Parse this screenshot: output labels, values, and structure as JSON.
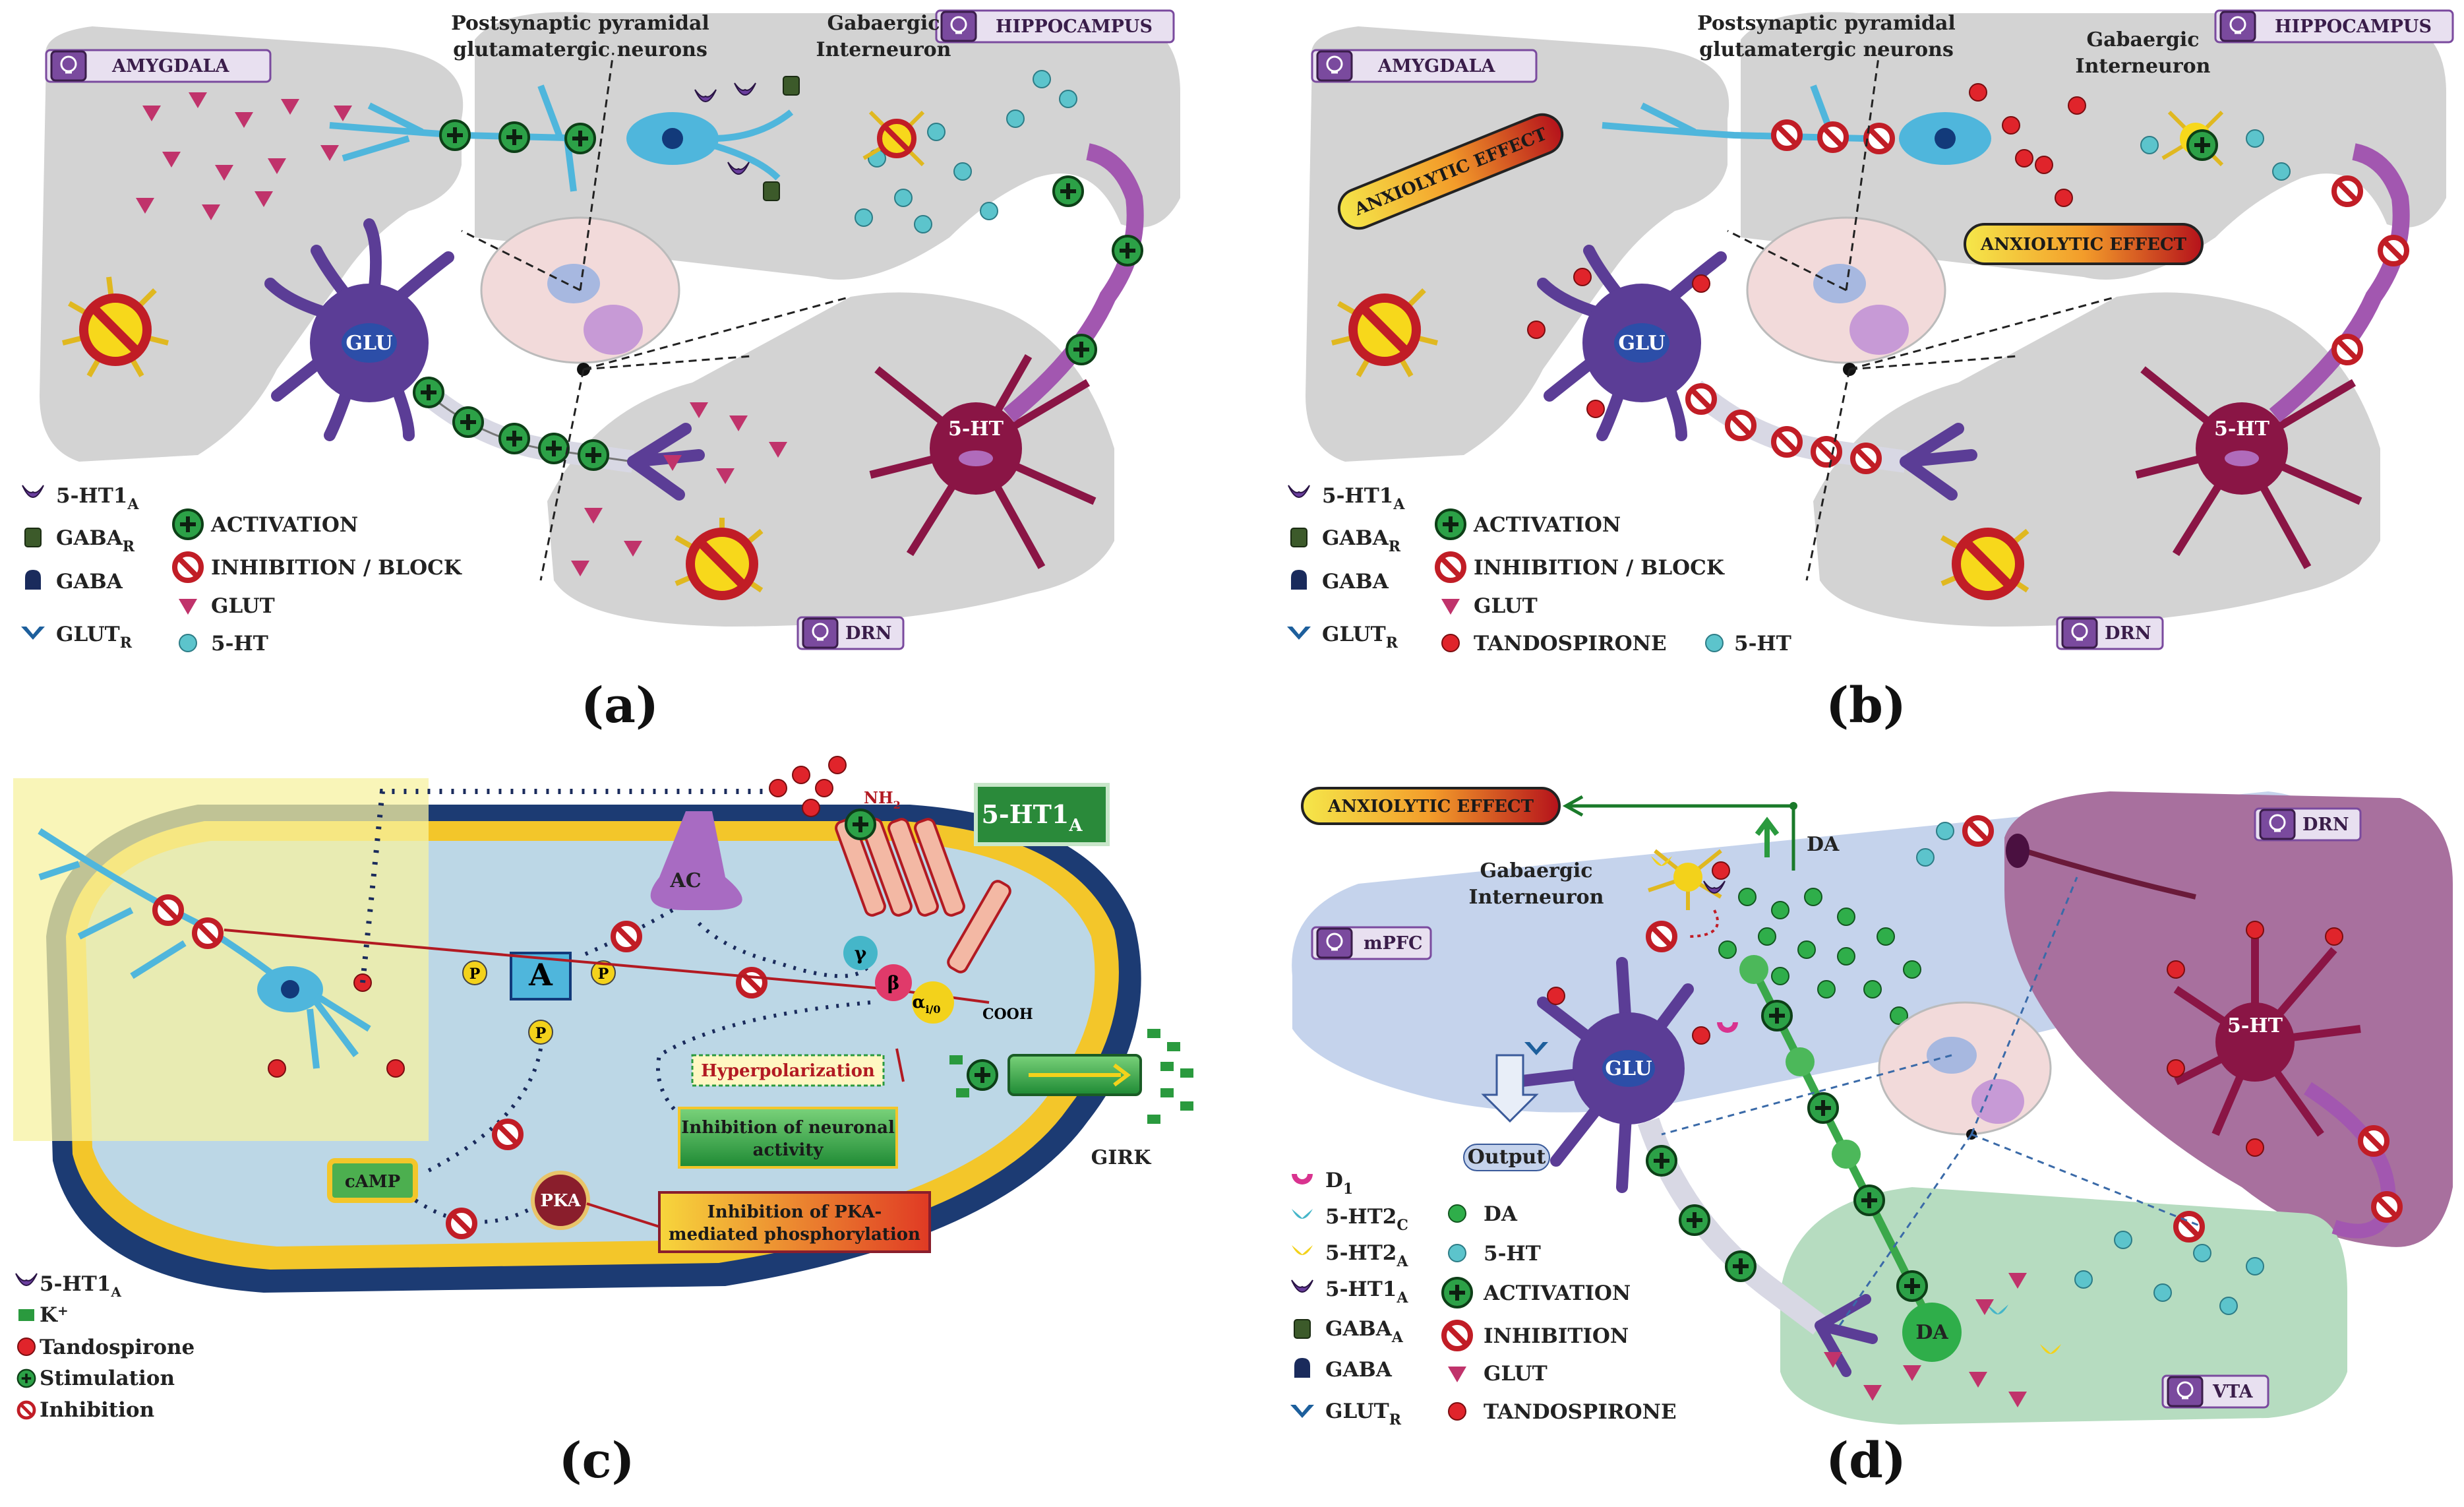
{
  "panels": [
    {
      "id": "a",
      "letter": "(a)"
    },
    {
      "id": "b",
      "letter": "(b)"
    },
    {
      "id": "c",
      "letter": "(c)"
    },
    {
      "id": "d",
      "letter": "(d)"
    }
  ],
  "regions": {
    "amygdala": "AMYGDALA",
    "hippocampus": "HIPPOCAMPUS",
    "drn": "DRN",
    "mpfc": "mPFC",
    "vta": "VTA"
  },
  "labels": {
    "postsynaptic": [
      "Postsynaptic pyramidal",
      "glutamatergic neurons"
    ],
    "gabaergic": [
      "Gabaergic",
      "Interneuron"
    ],
    "glu": "GLU",
    "ht": "5-HT",
    "anxiolytic": "ANXIOLYTIC EFFECT",
    "da": "DA",
    "output": "Output"
  },
  "legend_ab": {
    "ht1a": "5-HT1",
    "ht1a_sub": "A",
    "gabar": "GABA",
    "gabar_sub": "R",
    "gaba": "GABA",
    "glutr": "GLUT",
    "glutr_sub": "R",
    "activation": "ACTIVATION",
    "inhibition": "INHIBITION / BLOCK",
    "glut": "GLUT",
    "ht": "5-HT",
    "tandospirone": "TANDOSPIRONE"
  },
  "panel_c": {
    "receptor_title": "5-HT1",
    "receptor_sub": "A",
    "ac": "AC",
    "a": "A",
    "p": "P",
    "camp": "cAMP",
    "pka": "PKA",
    "nh2": "NH",
    "nh2_sub": "2",
    "cooh": "COOH",
    "gamma": "γ",
    "beta": "β",
    "alpha": "α",
    "alpha_sub": "i/0",
    "girk": "GIRK",
    "hyperpolarization": "Hyperpolarization",
    "inhibition_activity": [
      "Inhibition of neuronal",
      "activity"
    ],
    "inhibition_pka": [
      "Inhibition of PKA-",
      "mediated phosphorylation"
    ],
    "legend": {
      "ht1a": "5-HT1",
      "ht1a_sub": "A",
      "k": "K",
      "k_sup": "+",
      "tandospirone": "Tandospirone",
      "stimulation": "Stimulation",
      "inhibition": "Inhibition"
    }
  },
  "legend_d": {
    "d1": "D",
    "d1_sub": "1",
    "ht2c": "5-HT2",
    "ht2c_sub": "C",
    "ht2a": "5-HT2",
    "ht2a_sub": "A",
    "ht1a": "5-HT1",
    "ht1a_sub": "A",
    "gabaa": "GABA",
    "gabaa_sub": "A",
    "gaba": "GABA",
    "glutr": "GLUT",
    "glutr_sub": "R",
    "da": "DA",
    "ht": "5-HT",
    "activation": "ACTIVATION",
    "inhibition": "INHIBITION",
    "glut": "GLUT",
    "tandospirone": "TANDOSPIRONE"
  },
  "colors": {
    "region_gray": "#d3d3d3",
    "mpfc_blue": "#c5d3ec",
    "drn_purple": "#a8709e",
    "vta_green": "#b6dcc0",
    "cell_membrane": "#1c3b73",
    "cell_inner": "#bcd7e6",
    "neuron_purple": "#5b3d96",
    "neuron_maroon": "#8a1545",
    "neuron_cyan": "#4fb6dc",
    "activation_green": "#26a042",
    "inhibition_red": "#c8202a",
    "serotonin_cyan": "#5cc4cc",
    "glut_pink": "#c0336b"
  }
}
